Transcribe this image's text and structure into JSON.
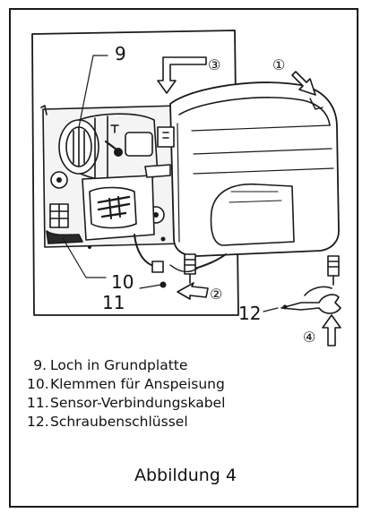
{
  "callouts": {
    "c9": "9",
    "c10": "10",
    "c11": "11",
    "c12": "12"
  },
  "circled": {
    "s1": "①",
    "s2": "②",
    "s3": "③",
    "s4": "④"
  },
  "legend": [
    {
      "num": "9.",
      "text": "Loch in Grundplatte"
    },
    {
      "num": "10.",
      "text": "Klemmen für Anspeisung"
    },
    {
      "num": "11.",
      "text": "Sensor-Verbindungskabel"
    },
    {
      "num": "12.",
      "text": "Schraubenschlüssel"
    }
  ],
  "caption": "Abbildung 4"
}
